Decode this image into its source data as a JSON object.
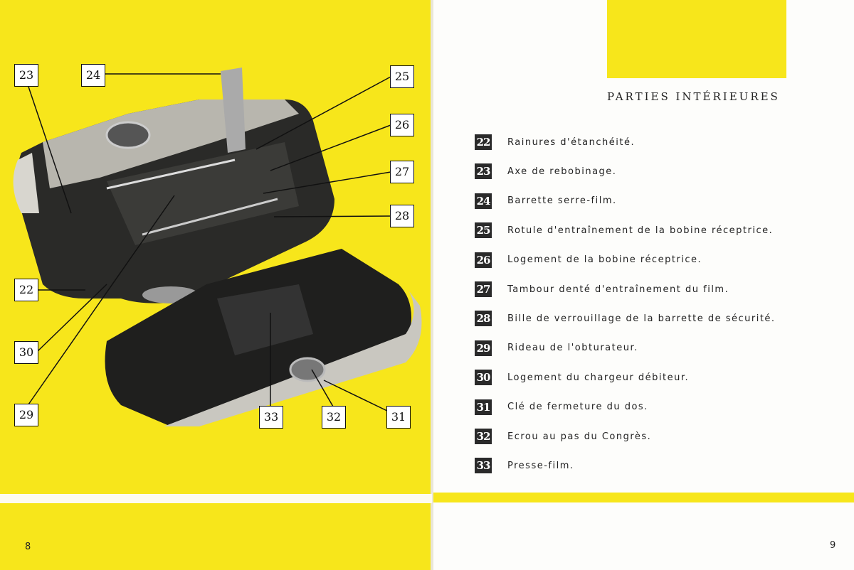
{
  "left_page": {
    "page_number": "8",
    "callouts": [
      "23",
      "24",
      "25",
      "26",
      "27",
      "28",
      "22",
      "30",
      "29",
      "33",
      "32",
      "31"
    ]
  },
  "right_page": {
    "page_number": "9",
    "title": "PARTIES INTÉRIEURES",
    "items": [
      {
        "num": "22",
        "text": "Rainures d'étanchéité."
      },
      {
        "num": "23",
        "text": "Axe de rebobinage."
      },
      {
        "num": "24",
        "text": "Barrette serre-film."
      },
      {
        "num": "25",
        "text": "Rotule d'entraînement de la bobine réceptrice."
      },
      {
        "num": "26",
        "text": "Logement de la bobine réceptrice."
      },
      {
        "num": "27",
        "text": "Tambour denté d'entraînement du film."
      },
      {
        "num": "28",
        "text": "Bille de verrouillage de la barrette de sécurité."
      },
      {
        "num": "29",
        "text": "Rideau de l'obturateur."
      },
      {
        "num": "30",
        "text": "Logement du chargeur débiteur."
      },
      {
        "num": "31",
        "text": "Clé de fermeture du dos."
      },
      {
        "num": "32",
        "text": "Ecrou au pas du Congrès."
      },
      {
        "num": "33",
        "text": "Presse-film."
      }
    ]
  }
}
